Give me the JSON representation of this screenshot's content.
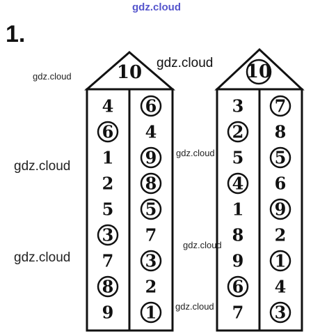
{
  "watermarks": {
    "top": "gdz.cloud",
    "w1": "gdz.cloud",
    "w2": "gdz.cloud",
    "w3": "gdz.cloud",
    "w4": "gdz.cloud",
    "w5": "gdz.cloud",
    "w6": "gdz.cloud",
    "w7": "gdz.cloud"
  },
  "task_number": "1.",
  "houses": [
    {
      "roof_number": "10",
      "roof_circled": false,
      "rows": [
        {
          "left": "4",
          "left_circled": false,
          "right": "6",
          "right_circled": true
        },
        {
          "left": "6",
          "left_circled": true,
          "right": "4",
          "right_circled": false
        },
        {
          "left": "1",
          "left_circled": false,
          "right": "9",
          "right_circled": true
        },
        {
          "left": "2",
          "left_circled": false,
          "right": "8",
          "right_circled": true
        },
        {
          "left": "5",
          "left_circled": false,
          "right": "5",
          "right_circled": true
        },
        {
          "left": "3",
          "left_circled": true,
          "right": "7",
          "right_circled": false
        },
        {
          "left": "7",
          "left_circled": false,
          "right": "3",
          "right_circled": true
        },
        {
          "left": "8",
          "left_circled": true,
          "right": "2",
          "right_circled": false
        },
        {
          "left": "9",
          "left_circled": false,
          "right": "1",
          "right_circled": true
        }
      ]
    },
    {
      "roof_number": "10",
      "roof_circled": true,
      "rows": [
        {
          "left": "3",
          "left_circled": false,
          "right": "7",
          "right_circled": true
        },
        {
          "left": "2",
          "left_circled": true,
          "right": "8",
          "right_circled": false
        },
        {
          "left": "5",
          "left_circled": false,
          "right": "5",
          "right_circled": true
        },
        {
          "left": "4",
          "left_circled": true,
          "right": "6",
          "right_circled": false
        },
        {
          "left": "1",
          "left_circled": false,
          "right": "9",
          "right_circled": true
        },
        {
          "left": "8",
          "left_circled": false,
          "right": "2",
          "right_circled": false
        },
        {
          "left": "9",
          "left_circled": false,
          "right": "1",
          "right_circled": true
        },
        {
          "left": "6",
          "left_circled": true,
          "right": "4",
          "right_circled": false
        },
        {
          "left": "7",
          "left_circled": false,
          "right": "3",
          "right_circled": true
        }
      ]
    }
  ]
}
